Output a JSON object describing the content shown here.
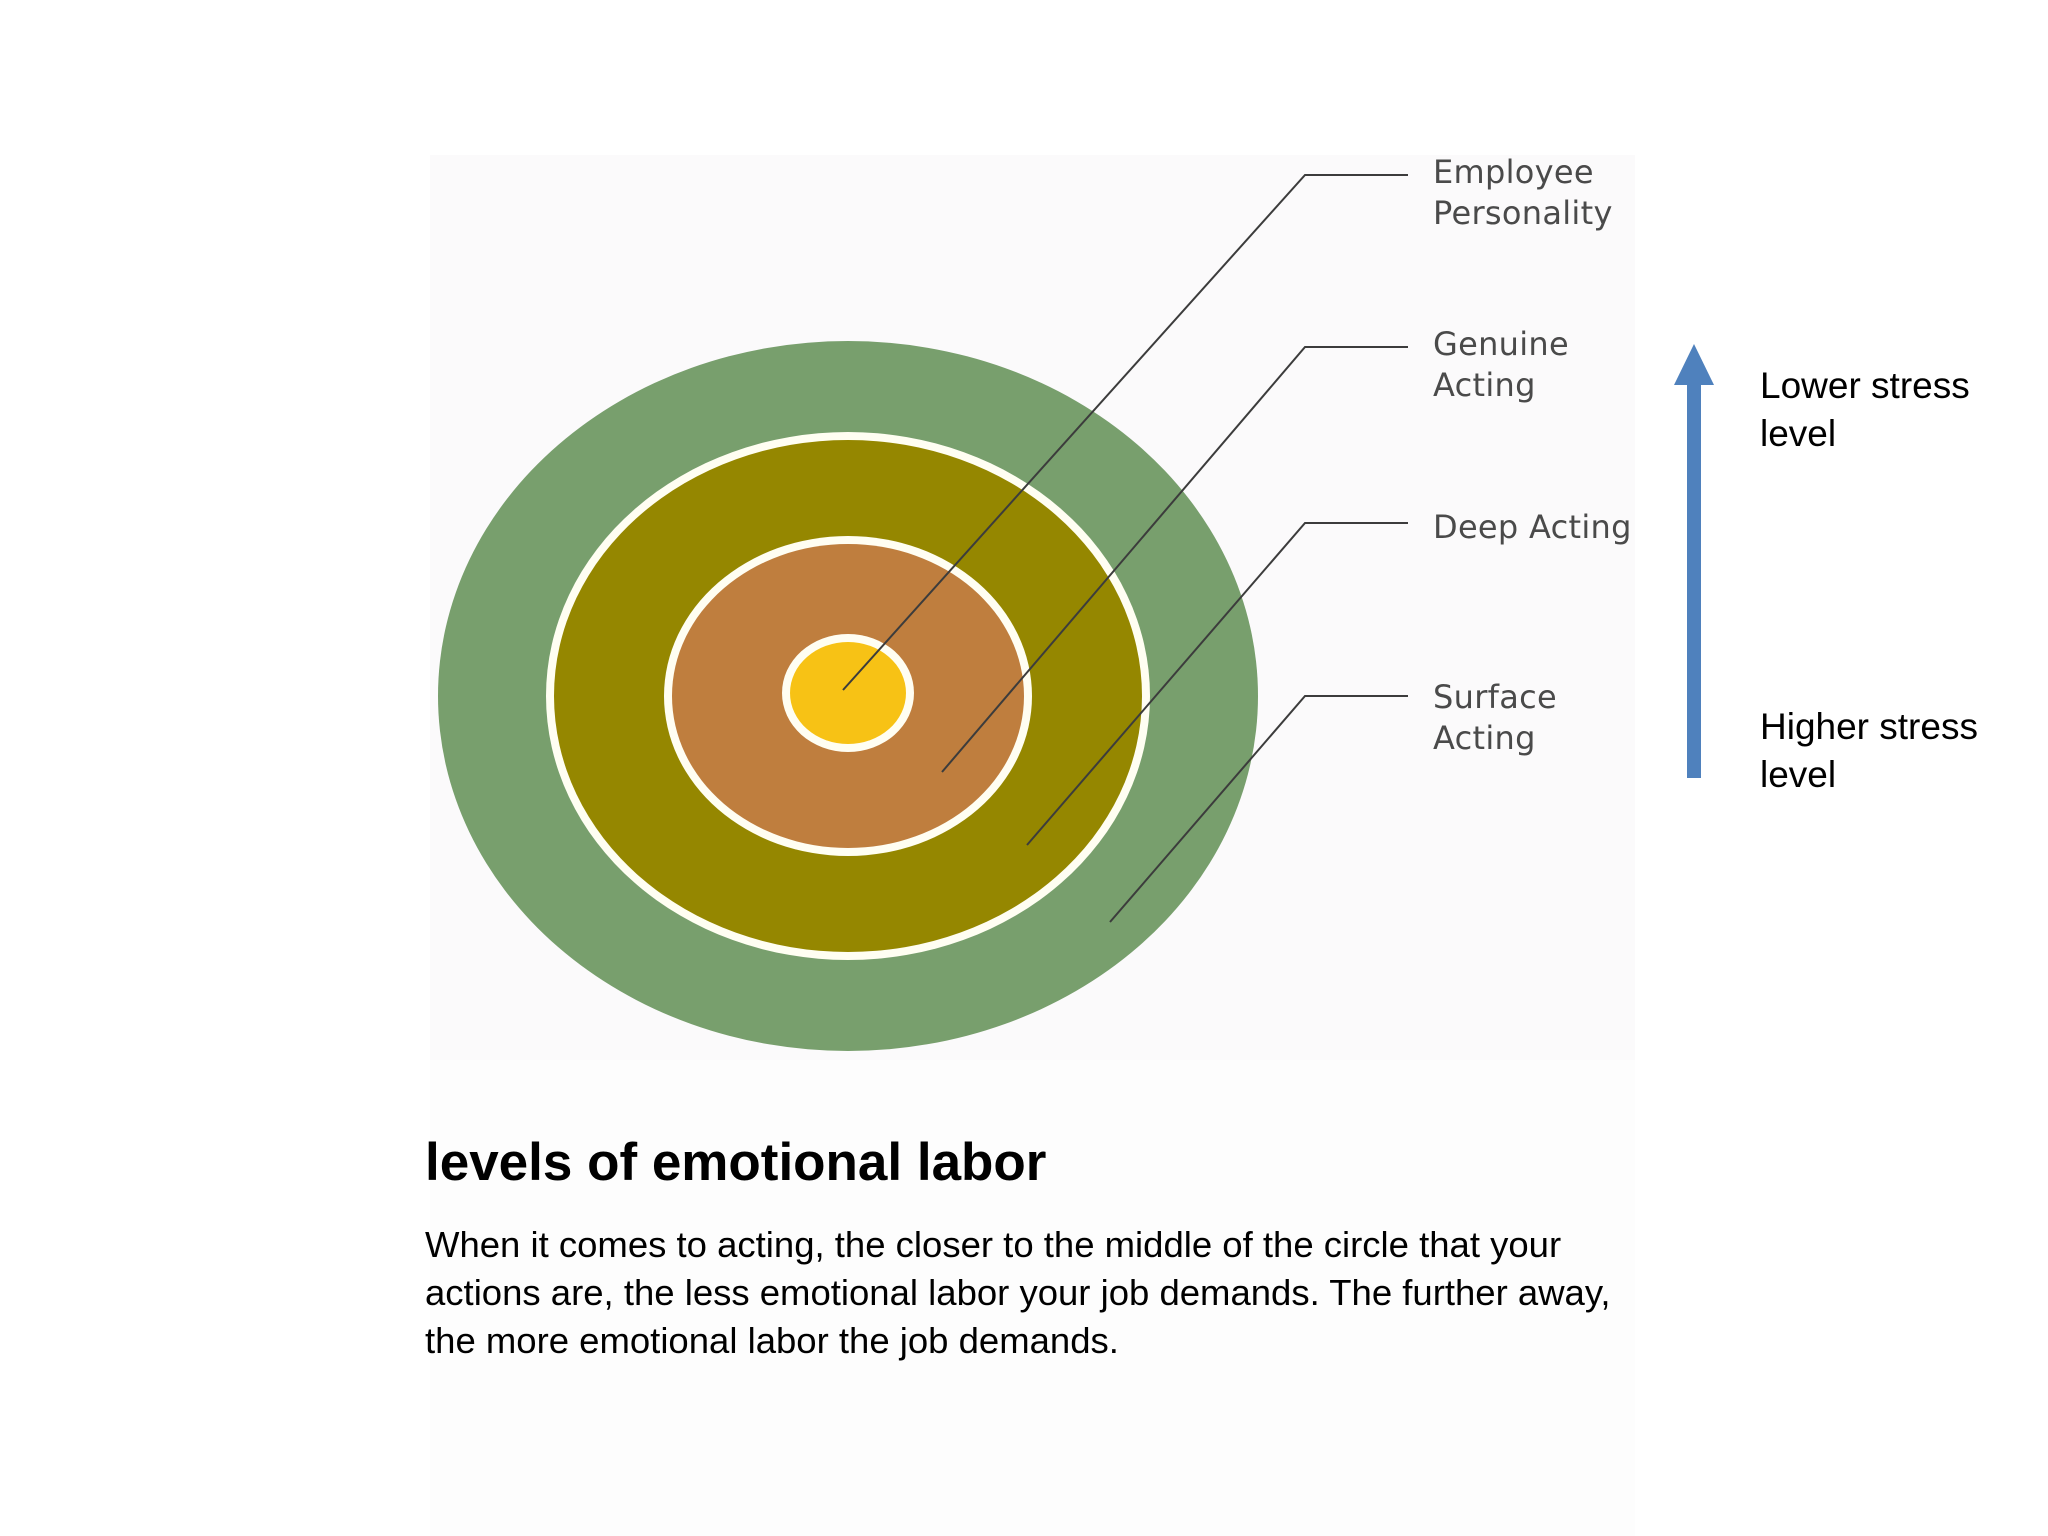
{
  "diagram": {
    "ring_labels": [
      {
        "line1": "Employee",
        "line2": "Personality"
      },
      {
        "line1": "Genuine",
        "line2": "Acting"
      },
      {
        "line1": "Deep Acting",
        "line2": ""
      },
      {
        "line1": "Surface",
        "line2": "Acting"
      }
    ],
    "ring_colors": {
      "outer": "#789f6d",
      "second": "#958700",
      "third": "#bf7e3e",
      "core": "#f7c215",
      "separator": "#fffef2"
    },
    "arrow_color": "#4f81bd",
    "stress_top": "Lower stress\nlevel",
    "stress_bottom": "Higher stress\nlevel"
  },
  "slide": {
    "title": "levels of emotional labor",
    "body": "When it comes to acting, the closer to the middle of the circle that your actions are, the less emotional labor your job demands. The further away, the more emotional labor the job demands."
  }
}
